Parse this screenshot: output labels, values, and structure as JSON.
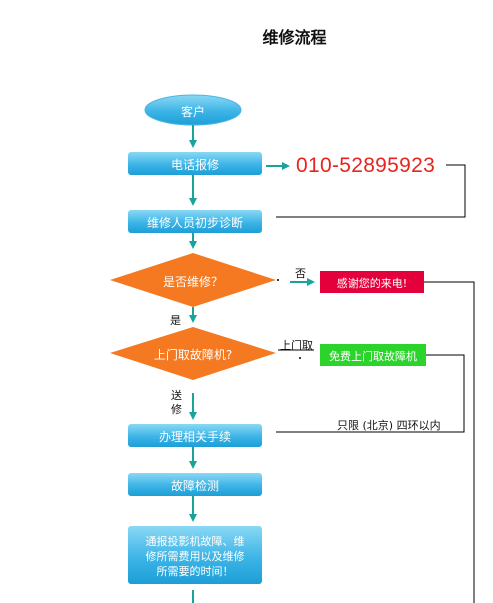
{
  "title": "维修流程",
  "nodes": {
    "customer": "客户",
    "phone_repair": "电话报修",
    "initial_diagnosis": "维修人员初步诊断",
    "decision_repair": "是否维修？",
    "decision_pickup": "上门取故障机?",
    "formalities": "办理相关手续",
    "fault_detection": "故障检测",
    "notify_lines": [
      "通报投影机故障、维",
      "修所需费用以及维修",
      "所需要的时间！"
    ]
  },
  "side": {
    "phone_number": "010-52895923",
    "no_label": "否",
    "thanks": "感谢您的来电!",
    "yes_label": "是",
    "pickup_label": "上门取",
    "free_pickup": "免费上门取故障机",
    "send_label_line1": "送",
    "send_label_line2": "修",
    "area_limit": "只限 (北京) 四环以内"
  },
  "colors": {
    "blue_top": "#7fd3f3",
    "blue_bottom": "#1ea2d8",
    "orange": "#f47920",
    "red": "#e4003a",
    "green": "#2ad42a",
    "arrow": "#1aa39a",
    "line": "#000000",
    "phone": "#e8241f"
  }
}
